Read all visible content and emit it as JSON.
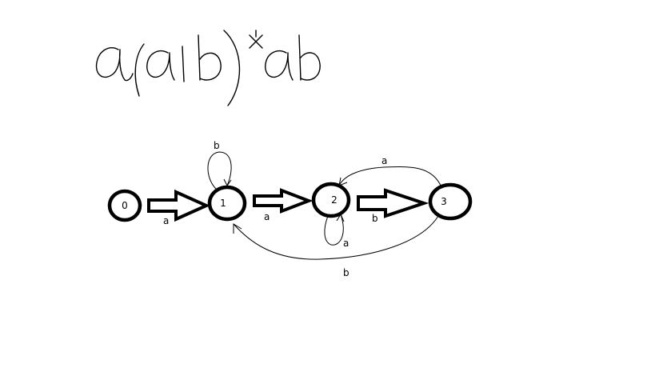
{
  "regex": {
    "text": "a(a|b)*ab"
  },
  "states": [
    {
      "label": "0"
    },
    {
      "label": "1"
    },
    {
      "label": "2"
    },
    {
      "label": "3"
    }
  ],
  "transitions": [
    {
      "from": "0",
      "to": "1",
      "label": "a"
    },
    {
      "from": "1",
      "to": "1",
      "label": "b"
    },
    {
      "from": "1",
      "to": "2",
      "label": "a"
    },
    {
      "from": "2",
      "to": "2",
      "label": "a"
    },
    {
      "from": "2",
      "to": "3",
      "label": "b"
    },
    {
      "from": "3",
      "to": "2",
      "label": "a"
    },
    {
      "from": "3",
      "to": "1",
      "label": "b"
    }
  ]
}
